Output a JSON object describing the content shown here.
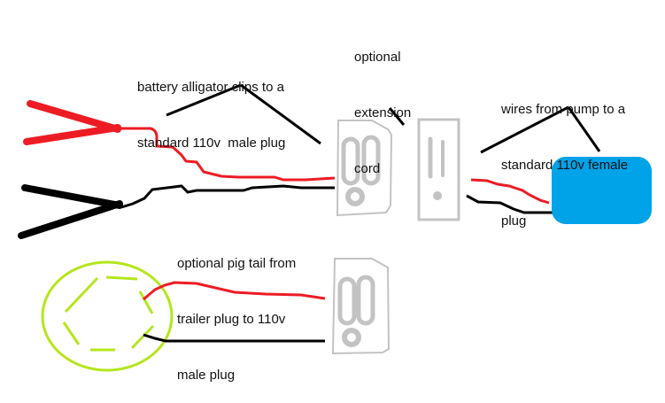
{
  "diagram": {
    "title": "Hand-drawn wiring diagram: battery to pump via 110v plugs",
    "colors": {
      "positive_wire": "#ed1c24",
      "negative_wire": "#000000",
      "plug_outline": "#c3c3c3",
      "pump": "#00a2e8",
      "trailer_plug": "#b5e61d",
      "leader_line": "#000000"
    },
    "labels": {
      "alligator_clips": [
        "battery alligator clips to a",
        "standard 110v  male plug"
      ],
      "extension_cord": [
        "optional",
        "extension",
        "cord"
      ],
      "pump_wires": [
        "wires from pump to a",
        "standard 110v female",
        "plug"
      ],
      "pig_tail": [
        "optional pig tail from",
        "trailer plug to 110v",
        "male plug"
      ]
    },
    "components": [
      {
        "id": "alligator-clip-red",
        "name": "Red battery alligator clip",
        "wire": "positive"
      },
      {
        "id": "alligator-clip-black",
        "name": "Black battery alligator clip",
        "wire": "negative"
      },
      {
        "id": "male-plug-top",
        "name": "110v male plug (from clips)"
      },
      {
        "id": "extension-cord",
        "name": "Optional extension cord"
      },
      {
        "id": "pump",
        "name": "Pump"
      },
      {
        "id": "trailer-plug",
        "name": "Trailer plug"
      },
      {
        "id": "male-plug-bottom",
        "name": "110v male plug (pig tail)"
      }
    ]
  }
}
